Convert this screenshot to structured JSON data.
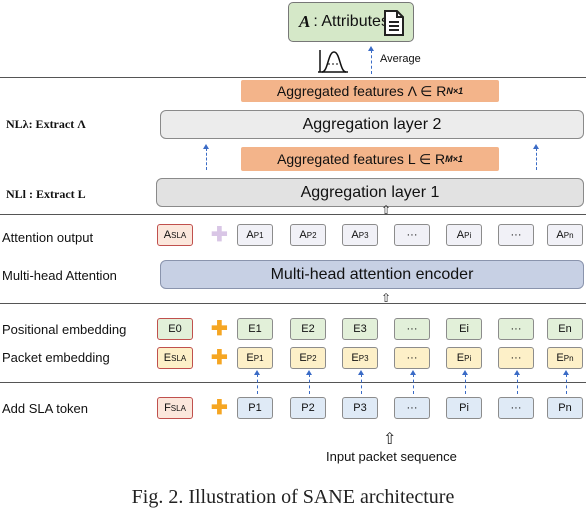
{
  "attributes_box": {
    "label": "A : Attributes",
    "symbol": "A",
    "text": ": Attributes",
    "icon": "document-icon"
  },
  "average_label": "Average",
  "nl_lambda": "NLλ: Extract Λ",
  "nl_l": "NLl : Extract L",
  "aggregated_lambda": "Aggregated features Λ ∈ R",
  "aggregated_lambda_sup": "N×1",
  "aggregation_layer_2": "Aggregation layer 2",
  "aggregated_l": "Aggregated features L ∈ R",
  "aggregated_l_sup": "M×1",
  "aggregation_layer_1": "Aggregation layer 1",
  "rows": {
    "attention_output": "Attention output",
    "multi_head_attention": "Multi-head Attention",
    "positional_embedding": "Positional embedding",
    "packet_embedding": "Packet embedding",
    "add_sla_token": "Add SLA token"
  },
  "encoder_label": "Multi-head attention encoder",
  "attention_cells": [
    "ASLA",
    "AP1",
    "AP2",
    "AP3",
    "···",
    "APi",
    "···",
    "APn"
  ],
  "positional_cells": [
    "E0",
    "E1",
    "E2",
    "E3",
    "···",
    "Ei",
    "···",
    "En"
  ],
  "packet_cells": [
    "ESLA",
    "EP1",
    "EP2",
    "EP3",
    "···",
    "EPi",
    "···",
    "EPn"
  ],
  "sla_cells": [
    "FSLA",
    "P1",
    "P2",
    "P3",
    "···",
    "Pi",
    "···",
    "Pn"
  ],
  "input_label": "Input packet sequence",
  "caption": "Fig. 2. Illustration of SANE architecture"
}
